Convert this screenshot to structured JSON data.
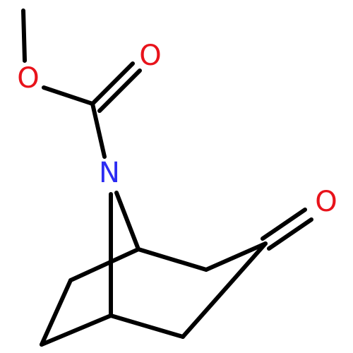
{
  "molecule": {
    "atoms": [
      {
        "id": "a1",
        "element": "O",
        "label": "O",
        "color": "#e8131b"
      },
      {
        "id": "a2",
        "element": "O",
        "label": "O",
        "color": "#e8131b"
      },
      {
        "id": "a3",
        "element": "N",
        "label": "N",
        "color": "#2c2cf2"
      },
      {
        "id": "a4",
        "element": "O",
        "label": "O",
        "color": "#e8131b"
      }
    ]
  }
}
